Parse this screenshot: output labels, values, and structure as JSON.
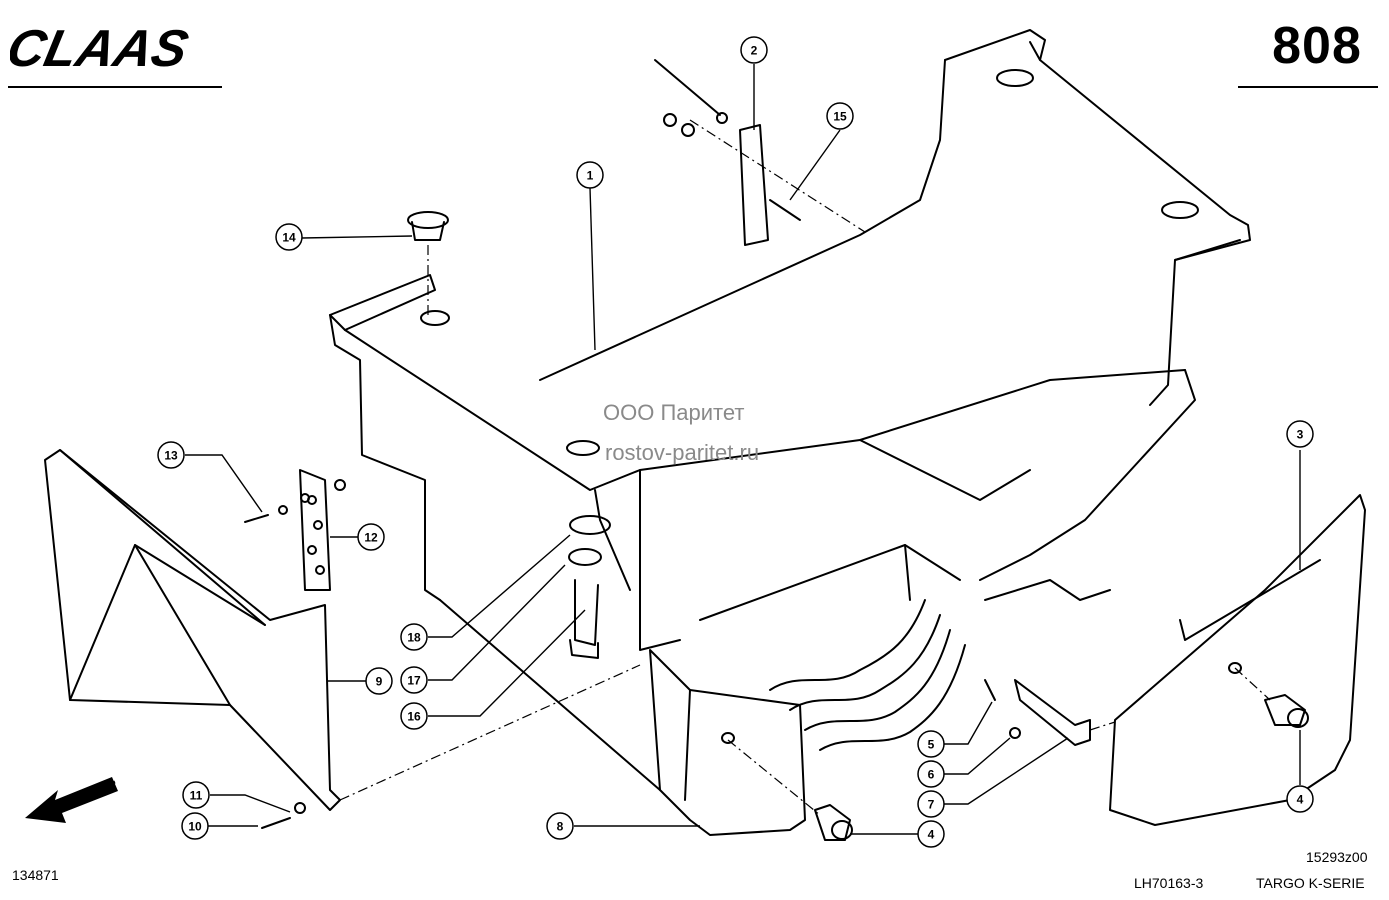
{
  "brand": {
    "logo_text": "CLAAS",
    "page_number": "808"
  },
  "watermark": {
    "line1": "ООО Паритет",
    "line2": "rostov-paritet.ru"
  },
  "callouts": [
    {
      "label": "1"
    },
    {
      "label": "2"
    },
    {
      "label": "15"
    },
    {
      "label": "14"
    },
    {
      "label": "13"
    },
    {
      "label": "12"
    },
    {
      "label": "18"
    },
    {
      "label": "17"
    },
    {
      "label": "16"
    },
    {
      "label": "9"
    },
    {
      "label": "11"
    },
    {
      "label": "10"
    },
    {
      "label": "8"
    },
    {
      "label": "4"
    },
    {
      "label": "5"
    },
    {
      "label": "6"
    },
    {
      "label": "7"
    },
    {
      "label": "3"
    },
    {
      "label": "4"
    }
  ],
  "footer": {
    "left_code": "134871",
    "drawing_code": "15293z00",
    "doc_code": "LH70163-3",
    "series": "TARGO K-SERIE"
  }
}
